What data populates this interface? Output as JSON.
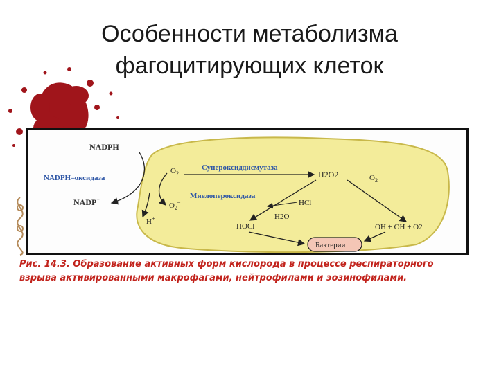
{
  "title": {
    "line1": "Особенности метаболизма",
    "line2": "фагоцитирующих клеток"
  },
  "diagram": {
    "nadph": "NADPH",
    "nadph_oxidase": "NADPH–оксидаза",
    "nadp": "NADP",
    "nadp_sup": "+",
    "h_plus": "H",
    "h_plus_sup": "+",
    "o2_left": "O",
    "o2_left_sub": "2",
    "o2_radical": "O",
    "o2_radical_sub": "2",
    "o2_radical_sup": "–",
    "sod": "Супероксиддисмутаза",
    "h2o2": "H2O2",
    "o2_right": "O",
    "o2_right_sub": "2",
    "o2_right_sup": "–",
    "mpo": "Миелопероксидаза",
    "hcl": "HCl",
    "hocl": "HOCl",
    "h2o": "H2O",
    "oh_combo": "OH + OH + O2",
    "bacteria": "Бактерии"
  },
  "caption": {
    "line1": "Рис. 14.3. Образование активных форм кислорода в процессе респираторного",
    "line2": "взрыва активированными макрофагами, нейтрофилами и эозинофилами."
  },
  "colors": {
    "cell_fill": "#f3ec9a",
    "cell_stroke": "#c8b84a",
    "enzyme_blue": "#2f57a6",
    "caption_red": "#c2241d",
    "bacteria_fill": "#f4c6b6",
    "blood": "#a0151b"
  }
}
